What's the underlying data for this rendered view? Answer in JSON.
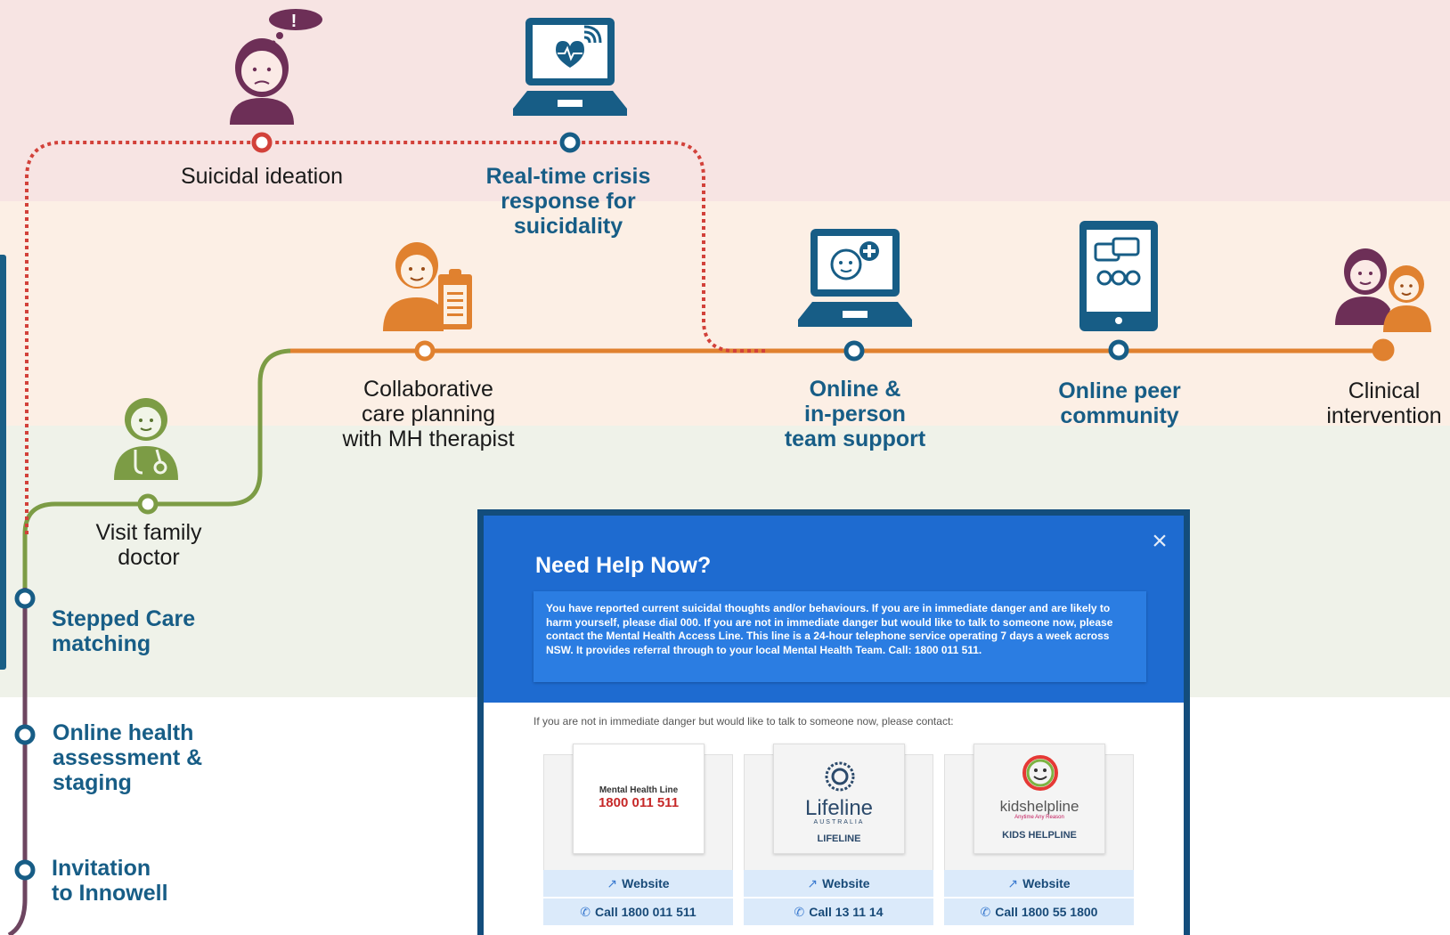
{
  "stages": {
    "suicidal_ideation": "Suicidal ideation",
    "realtime_crisis": [
      "Real-time crisis",
      "response for",
      "suicidality"
    ],
    "collab_care": [
      "Collaborative",
      "care planning",
      "with MH therapist"
    ],
    "online_team": [
      "Online &",
      "in-person",
      "team support"
    ],
    "peer_community": [
      "Online peer",
      "community"
    ],
    "clinical": [
      "Clinical",
      "intervention"
    ],
    "family_doctor": [
      "Visit family",
      "doctor"
    ],
    "stepped_care": [
      "Stepped Care",
      "matching"
    ],
    "online_assessment": [
      "Online health",
      "assessment &",
      "staging"
    ],
    "invitation": [
      "Invitation",
      "to Innowell"
    ]
  },
  "icons": {
    "suicidal_ideation": "person-with-thought-bubble-icon",
    "realtime_crisis": "laptop-heart-signal-icon",
    "collab_care": "therapist-clipboard-icon",
    "online_team": "laptop-person-plus-icon",
    "peer_community": "tablet-chat-icon",
    "clinical": "two-people-icon",
    "family_doctor": "doctor-icon"
  },
  "colors": {
    "band_pink": "#f7e4e3",
    "band_peach": "#fcefe5",
    "band_green": "#eff2e9",
    "red_path": "#d2413a",
    "orange_path": "#e0812f",
    "green_path": "#7c9c45",
    "purple_path": "#6d4560",
    "navy": "#175d86",
    "modal_blue": "#1e6bd0"
  },
  "modal": {
    "title": "Need Help Now?",
    "close_label": "×",
    "alert_text": "You have reported current suicidal thoughts and/or behaviours. If you are in immediate danger and are likely to harm yourself, please dial 000. If you are not in immediate danger but would like to talk to someone now, please contact the Mental Health Access Line. This line is a 24-hour telephone service operating 7 days a week across NSW. It provides referral through to your local Mental Health Team. Call: 1800 011 511.",
    "contact_intro": "If you are not in immediate danger but would like to talk to someone now, please contact:",
    "cards": [
      {
        "logo_line1": "Mental Health Line",
        "logo_line2": "1800 011 511",
        "caption": "",
        "website_label": "Website",
        "call_label": "Call 1800 011 511"
      },
      {
        "logo_line1": "Lifeline",
        "logo_line2": "AUSTRALIA",
        "caption": "LIFELINE",
        "website_label": "Website",
        "call_label": "Call 13 11 14"
      },
      {
        "logo_line1": "kidshelpline",
        "logo_line2": "Anytime Any Reason",
        "caption": "KIDS HELPLINE",
        "website_label": "Website",
        "call_label": "Call 1800 55 1800"
      }
    ]
  }
}
